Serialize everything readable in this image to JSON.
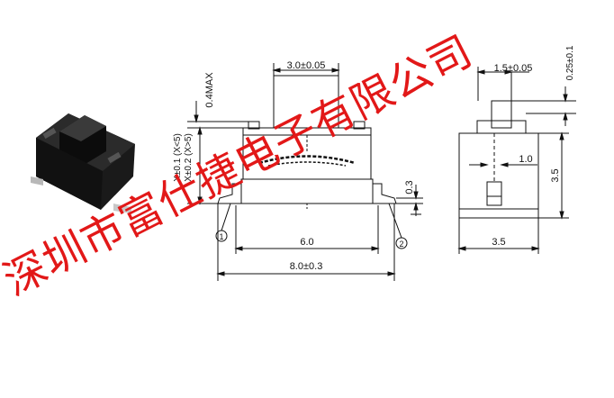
{
  "front_view": {
    "top_width": "3.0±0.05",
    "top_height": "0.4MAX",
    "height_tol_a": "X±0.1 (X<5)",
    "height_tol_b": "X±0.2 (X>5)",
    "side_gap": "0.3",
    "body_width": "6.0",
    "overall_width": "8.0±0.3",
    "callout_1": "1",
    "callout_2": "2"
  },
  "side_view": {
    "top_width": "1.5±0.05",
    "top_offset": "0.25±0.1",
    "inner_width": "1.0",
    "height": "3.5",
    "width": "3.5"
  },
  "watermark": "深圳市富仕捷电子有限公司",
  "colors": {
    "line": "#111111",
    "watermark": "#e21818",
    "product_body": "#1a1a1a"
  }
}
